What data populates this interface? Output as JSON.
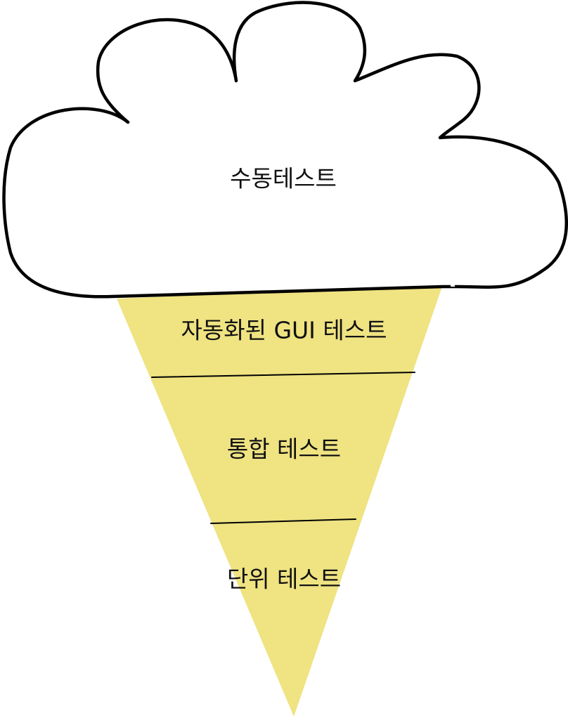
{
  "diagram": {
    "cloud_label": "수동테스트",
    "layers": [
      {
        "label": "자동화된 GUI 테스트"
      },
      {
        "label": "통합 테스트"
      },
      {
        "label": "단위 테스트"
      }
    ]
  },
  "colors": {
    "cone_fill": "#EFE382",
    "outline": "#000000",
    "cloud_fill": "#FFFFFF"
  }
}
